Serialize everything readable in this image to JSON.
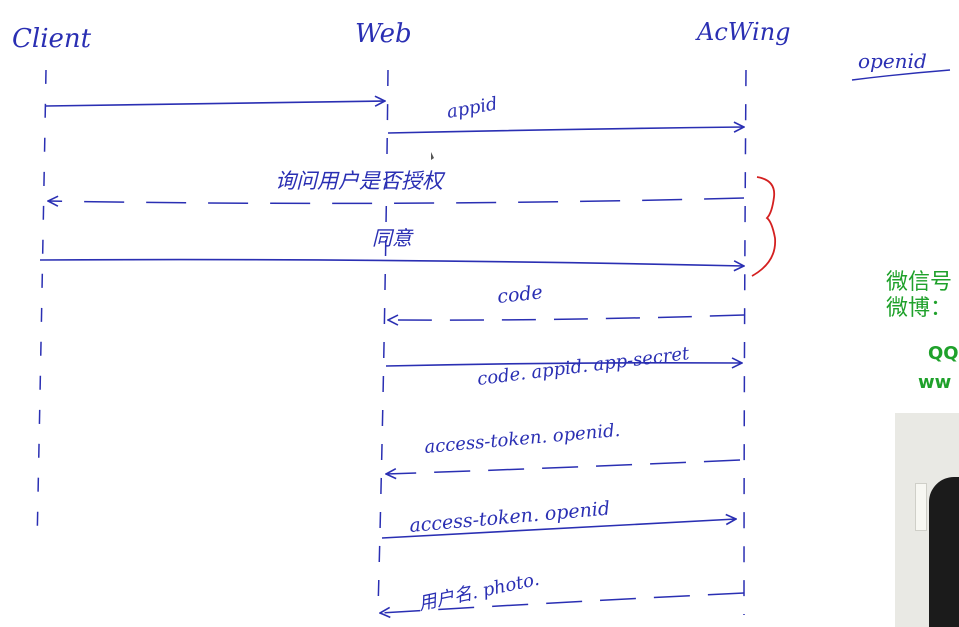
{
  "diagram": {
    "type": "sequence",
    "participants": [
      "Client",
      "Web",
      "AcWing"
    ],
    "side_note": "openid",
    "messages": [
      {
        "from": "Client",
        "to": "Web",
        "label": "",
        "style": "solid"
      },
      {
        "from": "Web",
        "to": "AcWing",
        "label": "appid",
        "style": "solid"
      },
      {
        "from": "AcWing",
        "to": "Client",
        "label": "询问用户是否授权",
        "style": "dashed"
      },
      {
        "from": "Client",
        "to": "AcWing",
        "label": "同意",
        "style": "solid"
      },
      {
        "from": "AcWing",
        "to": "Web",
        "label": "code",
        "style": "dashed"
      },
      {
        "from": "Web",
        "to": "AcWing",
        "label": "code. appid. app-secret",
        "style": "solid"
      },
      {
        "from": "AcWing",
        "to": "Web",
        "label": "access-token. openid.",
        "style": "dashed"
      },
      {
        "from": "Web",
        "to": "AcWing",
        "label": "access-token. openid",
        "style": "solid"
      },
      {
        "from": "AcWing",
        "to": "Web",
        "label": "用户名. photo.",
        "style": "dashed"
      }
    ],
    "brace_color": "#d42020"
  },
  "watermark": {
    "line1": "微信号",
    "line2": "微博：",
    "line3": "QQ",
    "line4": "ww",
    "color": "#1fa12b"
  },
  "colors": {
    "ink": "#2a2fb3"
  }
}
